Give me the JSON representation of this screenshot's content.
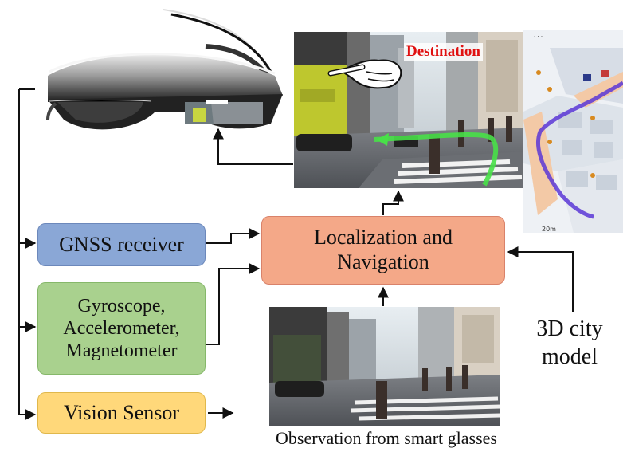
{
  "nodes": {
    "gnss": "GNSS receiver",
    "imu": "Gyroscope,\nAccelerometer,\nMagnetometer",
    "vision": "Vision Sensor",
    "localization": "Localization and\nNavigation",
    "city_model": "3D city\nmodel"
  },
  "captions": {
    "observation": "Observation from smart glasses",
    "destination": "Destination"
  },
  "colors": {
    "gnss": "#8aa7d6",
    "imu": "#a9d18e",
    "vision": "#ffd87a",
    "localization": "#f4a888",
    "route": "#5a37d6",
    "ar_arrow": "#48e048"
  },
  "icons": [
    "smart-glasses-illustration",
    "pointing-hand-icon",
    "street-photo",
    "map-image"
  ]
}
